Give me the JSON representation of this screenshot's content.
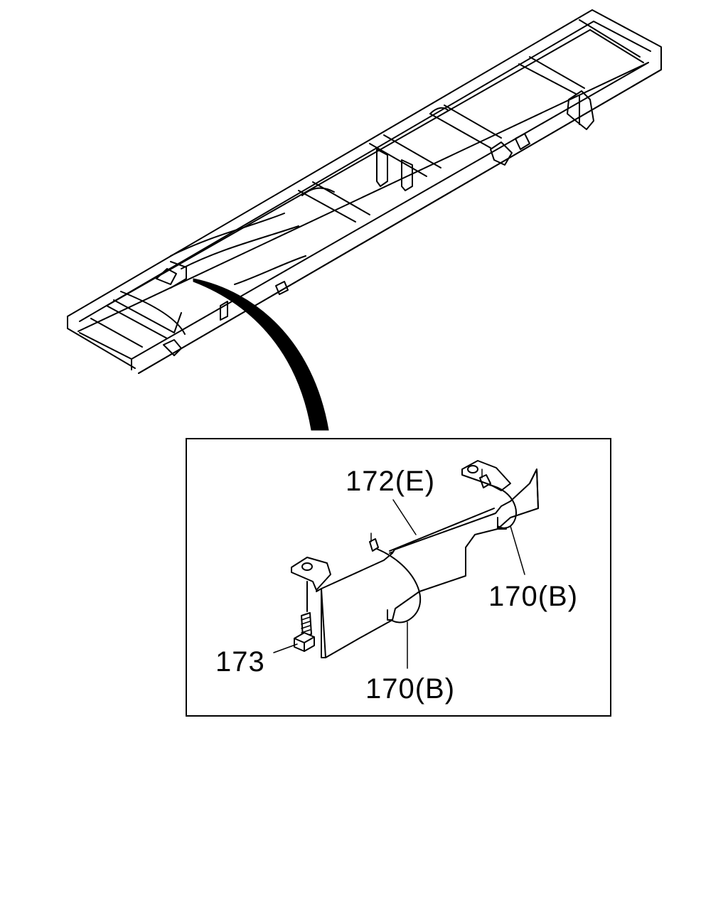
{
  "callouts": {
    "part_172": "172(E)",
    "part_170_right": "170(B)",
    "part_170_bottom": "170(B)",
    "part_173": "173"
  }
}
